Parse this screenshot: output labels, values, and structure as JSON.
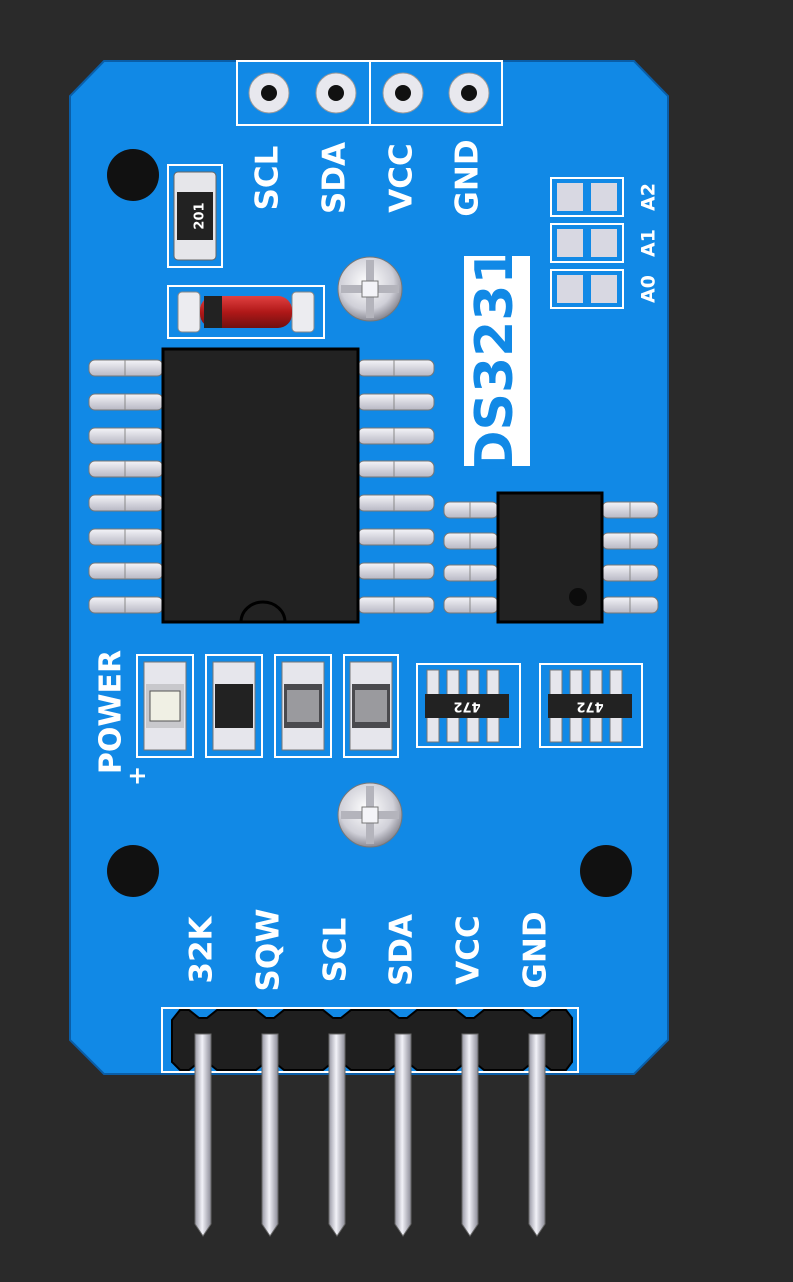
{
  "board": {
    "title": "DS3231",
    "colors": {
      "pcb": "#1189e6",
      "silk": "#ffffff",
      "background": "#2a2a2a"
    }
  },
  "top_header": {
    "pins": [
      "SCL",
      "SDA",
      "VCC",
      "GND"
    ]
  },
  "address_pads": {
    "labels": [
      "A0",
      "A1",
      "A2"
    ]
  },
  "resistor_top": {
    "code": "201"
  },
  "resistor_arrays": [
    {
      "code": "472"
    },
    {
      "code": "472"
    }
  ],
  "power_label": {
    "text": "POWER",
    "plus": "+"
  },
  "bottom_header": {
    "pins": [
      "32K",
      "SQW",
      "SCL",
      "SDA",
      "VCC",
      "GND"
    ]
  }
}
